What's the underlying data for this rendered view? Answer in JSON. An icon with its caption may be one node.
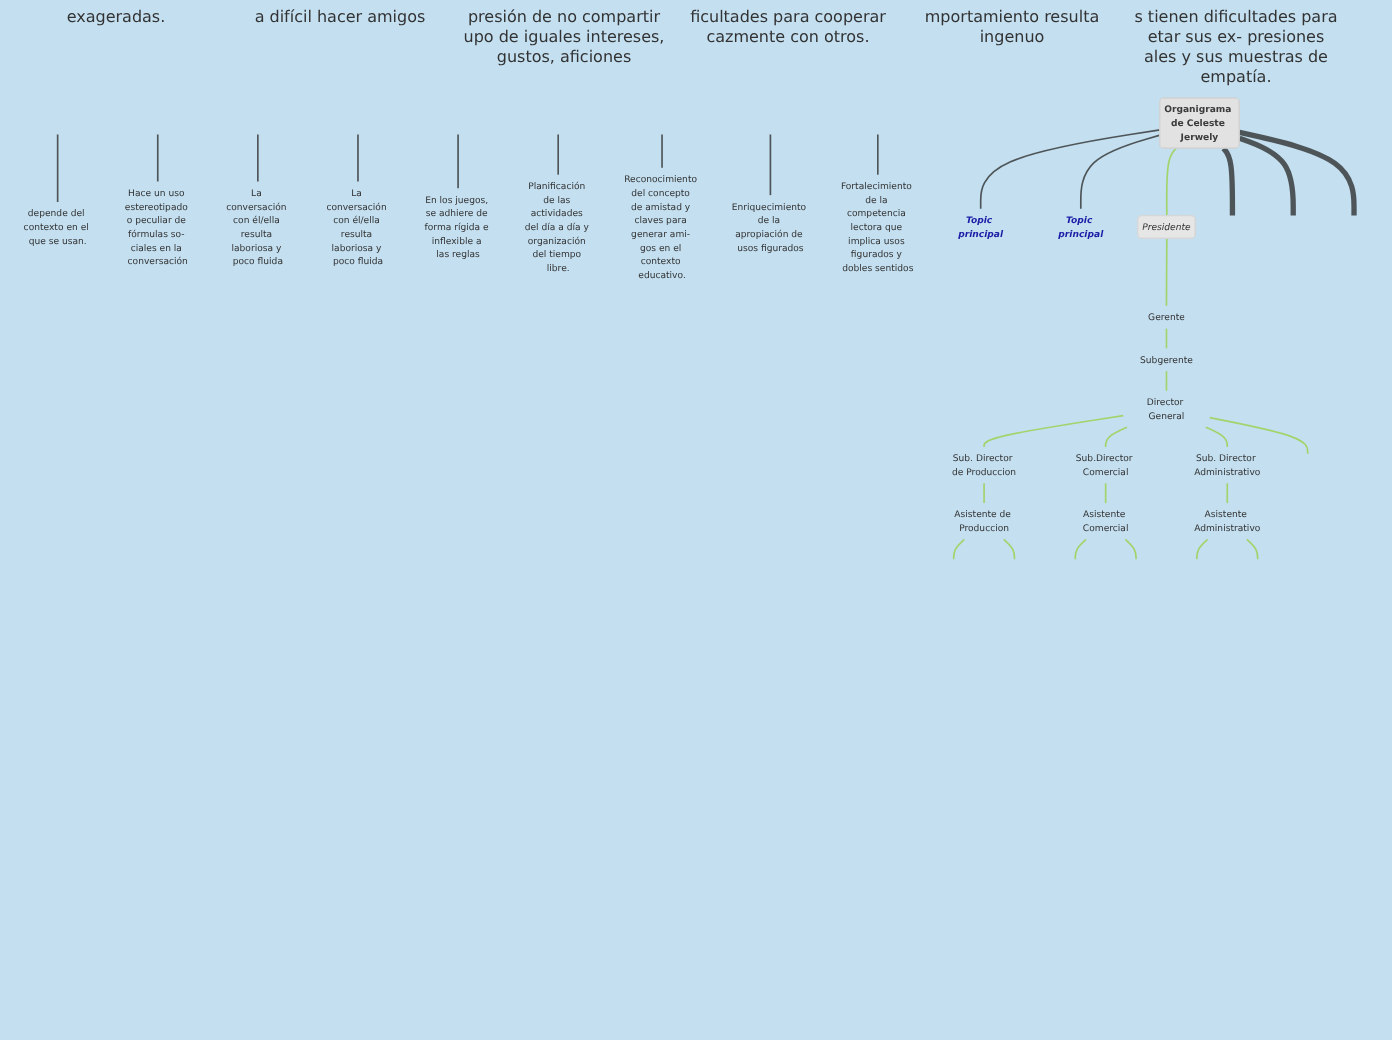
{
  "diagram": {
    "nodes": [
      {
        "text": [
          "depende del contexto en el que se usan."
        ]
      },
      {
        "text": [
          "Hace un uso estereotipado o peculiar de fórmulas so- ciales en la conversación"
        ]
      },
      {
        "text": [
          "La conversación con él/ella resulta laboriosa y poco fluida"
        ]
      },
      {
        "text": [
          "La conversación con él/ella resulta laboriosa y poco fluida"
        ]
      },
      {
        "text": [
          "En los juegos, se adhiere de forma rígida e inflexible a las reglas"
        ]
      },
      {
        "text": [
          "Planificación de las actividades del día a día y organización del tiempo libre."
        ]
      },
      {
        "text": [
          "Reconocimiento del concepto de amistad y claves para generar ami- gos en el contexto educativo."
        ]
      },
      {
        "text": [
          "Enriquecimiento de la apropiación de usos figurados"
        ]
      },
      {
        "text": [
          "Fortalecimiento de la competencia lectora que implica usos figurados y dobles sentidos"
        ]
      },
      {
        "text": [
          "Organigrama de Celeste Jerwely"
        ]
      },
      {
        "text": [
          "Topic principal"
        ]
      },
      {
        "text": [
          "Topic principal"
        ]
      },
      {
        "text": [
          "Presidente"
        ]
      },
      {
        "text": [
          "Gerente"
        ]
      },
      {
        "text": [
          "Subgerente"
        ]
      },
      {
        "text": [
          "Director General"
        ]
      },
      {
        "text": [
          "Sub. Director de Produccion"
        ]
      },
      {
        "text": [
          "Sub.Director Comercial"
        ]
      },
      {
        "text": [
          "Sub. Director Administrativo"
        ]
      },
      {
        "text": [
          "Asistente de Produccion"
        ]
      },
      {
        "text": [
          "Asistente Comercial"
        ]
      },
      {
        "text": [
          "Asistente Administrativo"
        ]
      }
    ],
    "edges": [
      {
        "from": null,
        "to": 0,
        "arrow": "none",
        "color": "#4e5558"
      },
      {
        "from": null,
        "to": 1,
        "arrow": "none",
        "color": "#4e5558"
      },
      {
        "from": null,
        "to": 2,
        "arrow": "none",
        "color": "#4e5558"
      },
      {
        "from": null,
        "to": 3,
        "arrow": "none",
        "color": "#4e5558"
      },
      {
        "from": null,
        "to": 4,
        "arrow": "none",
        "color": "#4e5558"
      },
      {
        "from": null,
        "to": 5,
        "arrow": "none",
        "color": "#4e5558"
      },
      {
        "from": null,
        "to": 6,
        "arrow": "none",
        "color": "#4e5558"
      },
      {
        "from": null,
        "to": 7,
        "arrow": "none",
        "color": "#4e5558"
      },
      {
        "from": null,
        "to": 8,
        "arrow": "none",
        "color": "#4e5558"
      },
      {
        "from": 9,
        "to": 10,
        "arrow": "none",
        "color": "#4e5558"
      },
      {
        "from": 9,
        "to": 11,
        "arrow": "none",
        "color": "#4e5558"
      },
      {
        "from": 9,
        "to": null,
        "arrow": "none",
        "style": "thick",
        "color": "#4e5558"
      },
      {
        "from": 9,
        "to": null,
        "arrow": "none",
        "style": "thick",
        "color": "#4e5558"
      },
      {
        "from": 9,
        "to": null,
        "arrow": "none",
        "style": "thick",
        "color": "#4e5558"
      },
      {
        "from": 9,
        "to": 12,
        "arrow": "none"
      },
      {
        "from": 12,
        "to": 13,
        "arrow": "none"
      },
      {
        "from": 13,
        "to": 14,
        "arrow": "none"
      },
      {
        "from": 14,
        "to": 15,
        "arrow": "none"
      },
      {
        "from": 15,
        "to": null,
        "arrow": "none"
      },
      {
        "from": 15,
        "to": 16,
        "arrow": "none"
      },
      {
        "from": 15,
        "to": 17,
        "arrow": "none"
      },
      {
        "from": 15,
        "to": 18,
        "arrow": "none"
      },
      {
        "from": 16,
        "to": 19,
        "arrow": "none"
      },
      {
        "from": 17,
        "to": 20,
        "arrow": "none"
      },
      {
        "from": 18,
        "to": 21,
        "arrow": "none"
      },
      {
        "from": 19,
        "to": null,
        "arrow": "none"
      },
      {
        "from": 19,
        "to": null,
        "arrow": "none"
      },
      {
        "from": 20,
        "to": null,
        "arrow": "none"
      },
      {
        "from": 20,
        "to": null,
        "arrow": "none"
      },
      {
        "from": 21,
        "to": null,
        "arrow": "none"
      },
      {
        "from": 21,
        "to": null,
        "arrow": "none"
      }
    ],
    "labels": [
      "exageradas.",
      "a difícil hacer amigos",
      "presión de no compartir upo de iguales intereses, gustos, aficiones",
      "ficultades para cooperar cazmente con otros.",
      "mportamiento resulta ingenuo",
      "s tienen dificultades para etar sus ex- presiones ales y sus muestras de empatía."
    ]
  }
}
